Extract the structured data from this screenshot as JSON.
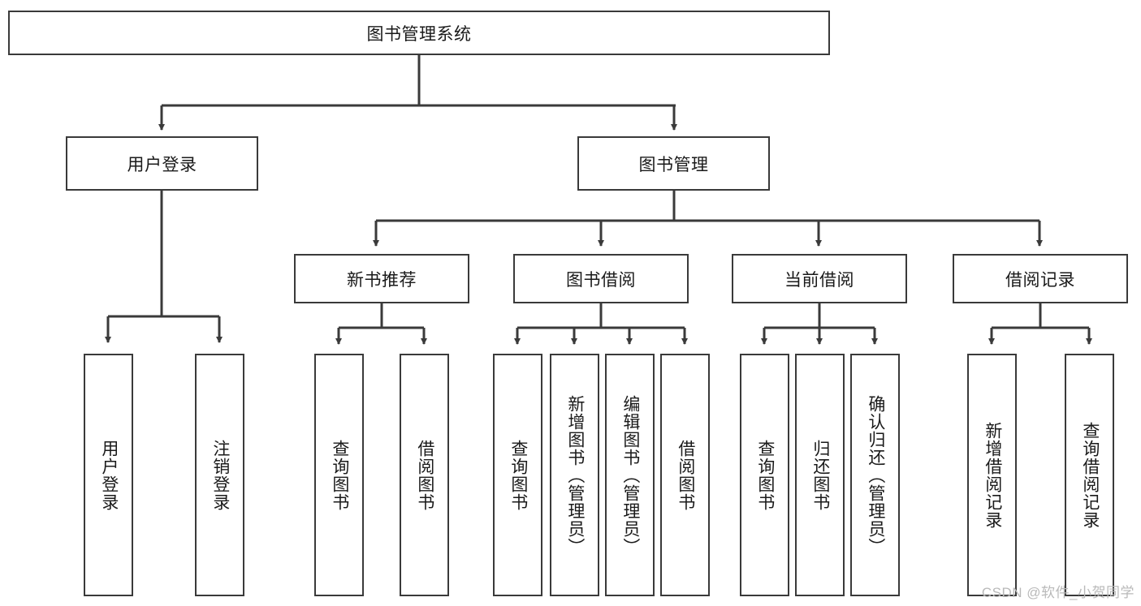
{
  "diagram": {
    "title": "图书管理系统",
    "watermark": "CSDN @软件_小贺同学",
    "line_color": "#3a3a3a",
    "box_fill": "#ffffff",
    "text_color": "#1a1a1a",
    "watermark_color": "#b9b9b9",
    "root": {
      "label": "图书管理系统"
    },
    "level1": [
      {
        "label": "用户登录"
      },
      {
        "label": "图书管理"
      }
    ],
    "level2": [
      {
        "label": "新书推荐"
      },
      {
        "label": "图书借阅"
      },
      {
        "label": "当前借阅"
      },
      {
        "label": "借阅记录"
      }
    ],
    "leaves": {
      "user_login": [
        {
          "label": "用户登录"
        },
        {
          "label": "注销登录"
        }
      ],
      "new_book_recommend": [
        {
          "label": "查询图书"
        },
        {
          "label": "借阅图书"
        }
      ],
      "book_borrow": [
        {
          "label": "查询图书"
        },
        {
          "label": "新增图书（管理员）"
        },
        {
          "label": "编辑图书（管理员）"
        },
        {
          "label": "借阅图书"
        }
      ],
      "current_borrow": [
        {
          "label": "查询图书"
        },
        {
          "label": "归还图书"
        },
        {
          "label": "确认归还（管理员）"
        }
      ],
      "borrow_record": [
        {
          "label": "新增借阅记录"
        },
        {
          "label": "查询借阅记录"
        }
      ]
    }
  }
}
